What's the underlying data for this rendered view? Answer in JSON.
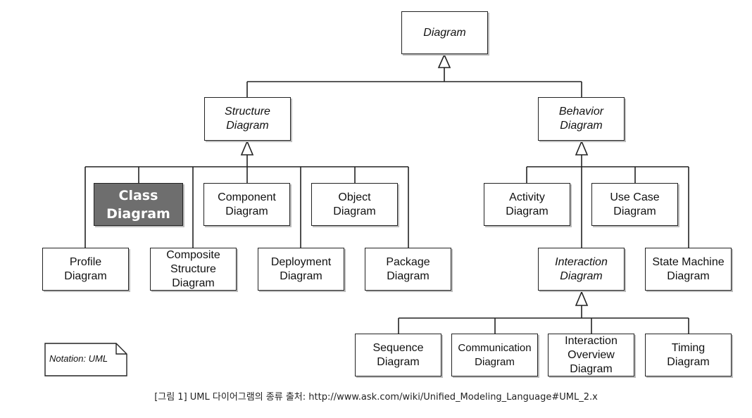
{
  "diagram": {
    "root": "Diagram",
    "structure": "Structure\nDiagram",
    "behavior": "Behavior\nDiagram",
    "class": "Class\nDiagram",
    "component": "Component\nDiagram",
    "object": "Object\nDiagram",
    "profile": "Profile\nDiagram",
    "composite": "Composite\nStructure\nDiagram",
    "deployment": "Deployment\nDiagram",
    "package": "Package\nDiagram",
    "activity": "Activity\nDiagram",
    "usecase": "Use Case\nDiagram",
    "interaction": "Interaction\nDiagram",
    "statemachine": "State Machine\nDiagram",
    "sequence": "Sequence\nDiagram",
    "communication": "Communication\nDiagram",
    "overview": "Interaction\nOverview\nDiagram",
    "timing": "Timing\nDiagram"
  },
  "note": "Notation: UML",
  "caption": "[그림 1] UML 다이어그램의 종류 출처: http://www.ask.com/wiki/Unified_Modeling_Language#UML_2.x"
}
